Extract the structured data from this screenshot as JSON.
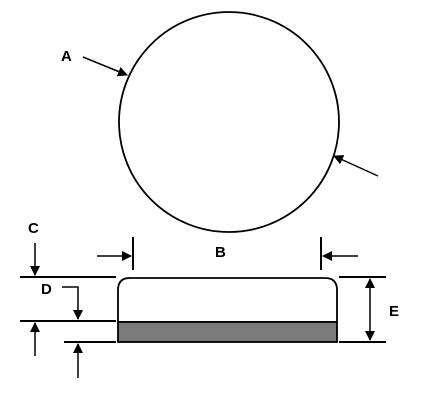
{
  "labels": {
    "a": "A",
    "b": "B",
    "c": "C",
    "d": "D",
    "e": "E"
  },
  "colors": {
    "line": "#000000",
    "fill_band": "#7a7a7a",
    "background": "#ffffff"
  }
}
